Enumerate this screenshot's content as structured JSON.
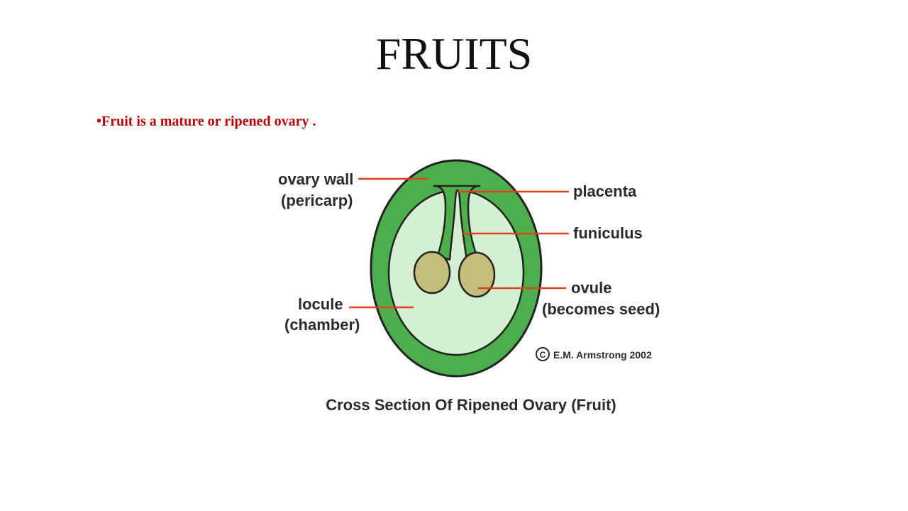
{
  "slide": {
    "title": "FRUITS",
    "bullet": "•Fruit is a mature or ripened ovary ."
  },
  "diagram": {
    "labels": {
      "ovary_wall": "ovary wall",
      "pericarp": "(pericarp)",
      "placenta": "placenta",
      "funiculus": "funiculus",
      "ovule": "ovule",
      "becomes_seed": "(becomes seed)",
      "locule": "locule",
      "chamber": "(chamber)"
    },
    "copyright": "E.M. Armstrong 2002",
    "copyright_symbol": "C",
    "caption": "Cross Section Of Ripened Ovary (Fruit)",
    "colors": {
      "pericarp": "#4caf4c",
      "locule": "#d4f0d2",
      "ovule": "#c5bd7c",
      "leader": "#e0401a",
      "outline": "#222222",
      "bullet_text": "#c00000"
    }
  }
}
